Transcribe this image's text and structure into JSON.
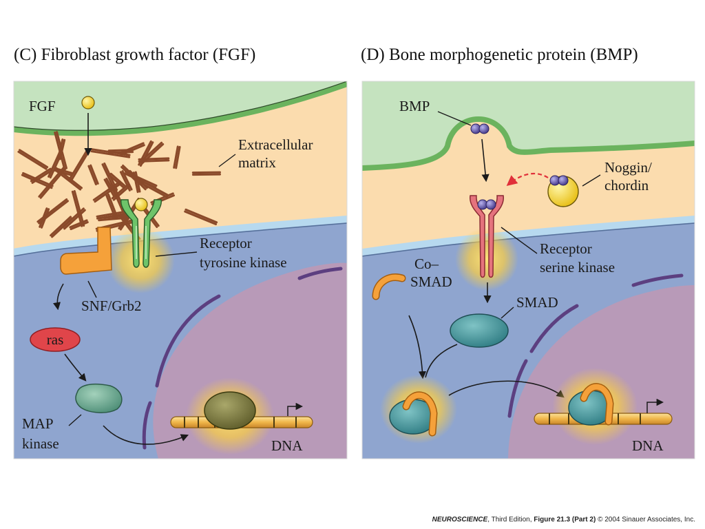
{
  "panel_c": {
    "title": "(C)  Fibroblast growth factor (FGF)",
    "labels": {
      "fgf": "FGF",
      "ecm_1": "Extracellular",
      "ecm_2": "matrix",
      "rtk_1": "Receptor",
      "rtk_2": "tyrosine kinase",
      "snf": "SNF/Grb2",
      "ras": "ras",
      "map_1": "MAP",
      "map_2": "kinase",
      "dna": "DNA"
    }
  },
  "panel_d": {
    "title": "(D)  Bone morphogenetic protein (BMP)",
    "labels": {
      "bmp": "BMP",
      "noggin_1": "Noggin/",
      "noggin_2": "chordin",
      "rsk_1": "Receptor",
      "rsk_2": "serine kinase",
      "cosmad_1": "Co–",
      "cosmad_2": "SMAD",
      "smad": "SMAD",
      "dna": "DNA"
    }
  },
  "credit": {
    "book": "NEUROSCIENCE",
    "edition": ", Third Edition, ",
    "figure": "Figure 21.3 (Part 2)",
    "copyright": "  © 2004 Sinauer Associates, Inc."
  },
  "colors": {
    "green_region": "#c5e3bf",
    "membrane_green": "#6bb35e",
    "extracellular": "#fbdcae",
    "cytoplasm": "#8fa5cf",
    "nucleus": "#b89ab8",
    "blue_membrane": "#b7d9ef",
    "orange": "#f5a13a",
    "receptor_green": "#6ec46a",
    "receptor_red": "#e5737d",
    "ras_red": "#e0454a",
    "map_teal": "#6aa88f",
    "smad_teal": "#4a9aa0",
    "glow": "#f6d24a"
  }
}
